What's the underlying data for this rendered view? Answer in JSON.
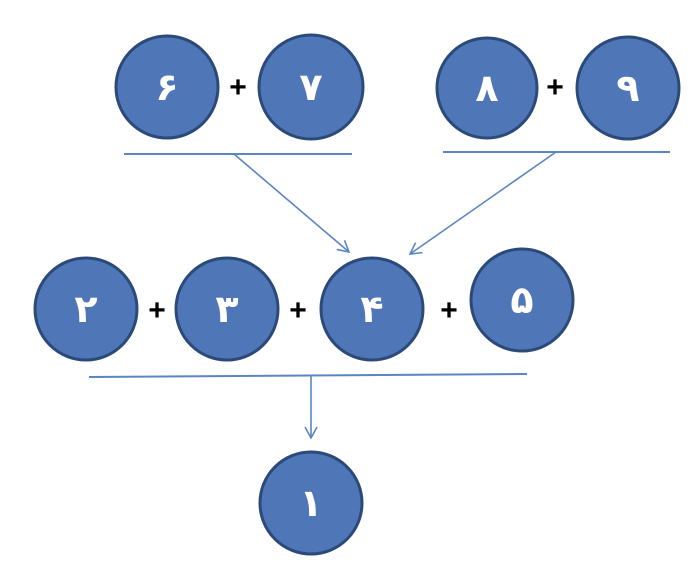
{
  "colors": {
    "circle_fill": "#4F77B7",
    "circle_stroke": "#2B4A7A",
    "line": "#5B86C2",
    "label": "#ffffff",
    "plus": "#000000"
  },
  "nodes": {
    "six": "۶",
    "seven": "۷",
    "eight": "۸",
    "nine": "۹",
    "two": "۲",
    "three": "۳",
    "four": "۴",
    "five": "۵",
    "one": "۱"
  },
  "operator": "+"
}
